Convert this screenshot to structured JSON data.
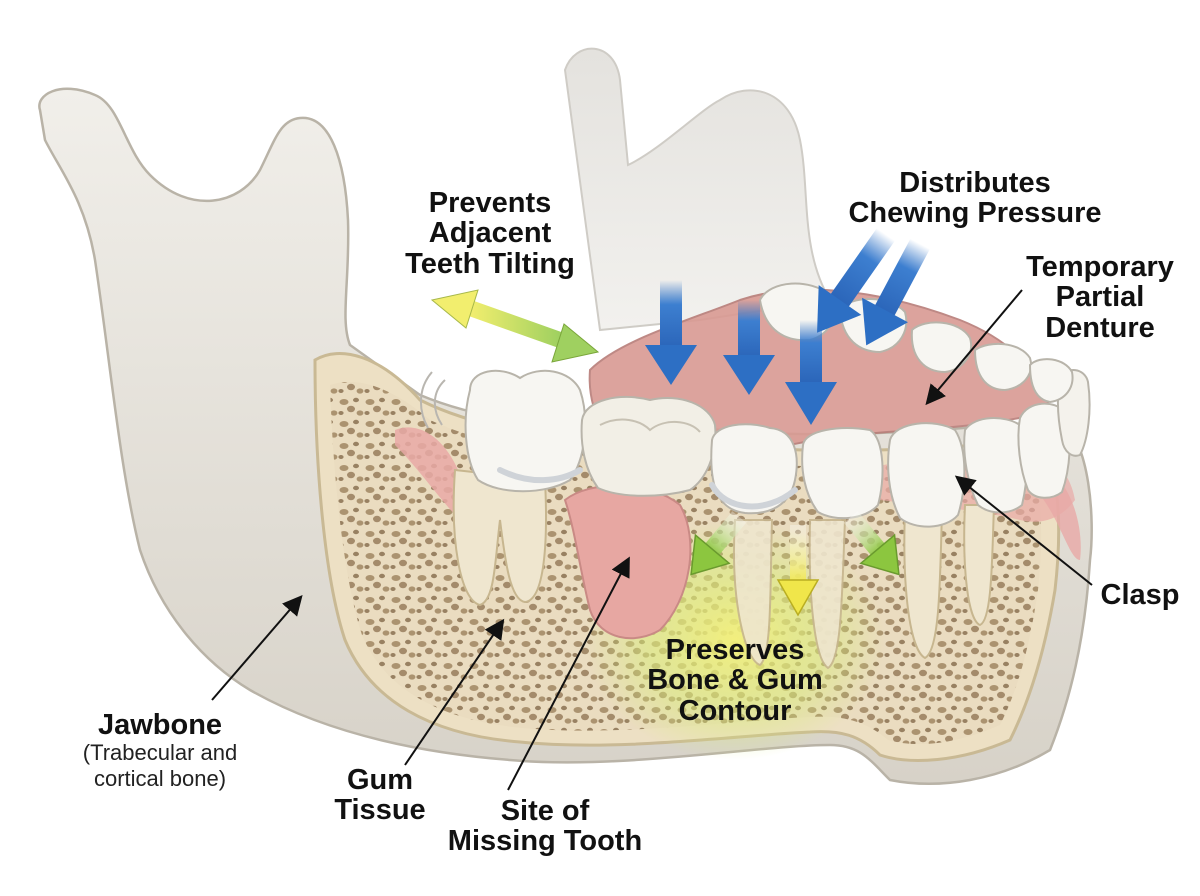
{
  "labels": {
    "prevents": [
      "Prevents",
      "Adjacent",
      "Teeth Tilting"
    ],
    "distributes": [
      "Distributes",
      "Chewing Pressure"
    ],
    "denture": [
      "Temporary",
      "Partial",
      "Denture"
    ],
    "clasp": "Clasp",
    "preserves": [
      "Preserves",
      "Bone & Gum",
      "Contour"
    ],
    "jawbone_title": "Jawbone",
    "jawbone_sub": [
      "(Trabecular and",
      "cortical bone)"
    ],
    "gum": [
      "Gum",
      "Tissue"
    ],
    "missing": [
      "Site of",
      "Missing Tooth"
    ]
  },
  "colors": {
    "bone": "#e6e2da",
    "bone_shadow": "#c9c3b8",
    "cancellous": "#ede0c4",
    "gum": "#e9a9a6",
    "denture_base": "#d99a93",
    "tooth": "#f7f6f2",
    "root": "#efe6cf",
    "pressure_arrow": "#2d6fc4",
    "tilt_arrow": "#b7dc5c",
    "spread_arrow": "#8cc63f",
    "glow": "#f3f07a"
  }
}
